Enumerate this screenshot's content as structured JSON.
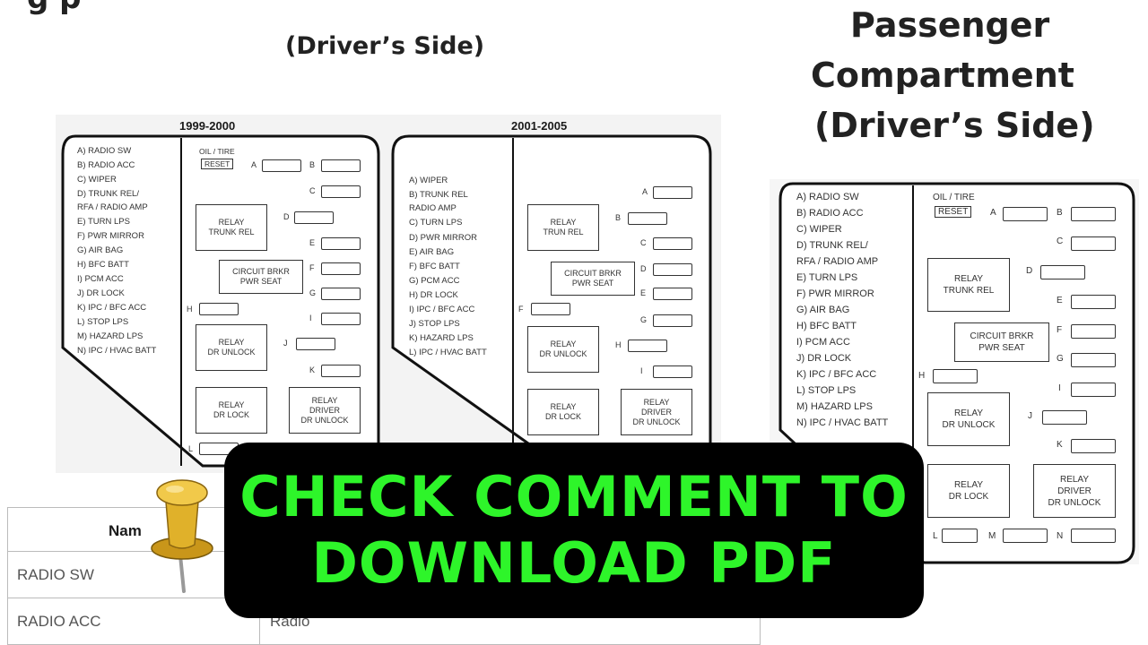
{
  "left_title": "(Driver’s Side)",
  "left_title_partial": "g         p",
  "right_title": [
    "Passenger",
    "Compartment",
    "(Driver’s Side)"
  ],
  "panel_1999": {
    "year": "1999-2000",
    "legend": [
      "A) RADIO SW",
      "B) RADIO ACC",
      "C) WIPER",
      "D) TRUNK REL/",
      "    RFA / RADIO AMP",
      "E) TURN LPS",
      "F) PWR MIRROR",
      "G) AIR BAG",
      "H) BFC BATT",
      "I) PCM ACC",
      "J) DR LOCK",
      "K) IPC / BFC ACC",
      "L) STOP LPS",
      "M) HAZARD LPS",
      "N) IPC / HVAC BATT"
    ],
    "oil_label": "OIL / TIRE",
    "reset": "RESET",
    "fuse_letters": [
      "A",
      "B",
      "C",
      "D",
      "E",
      "F",
      "G",
      "H",
      "I",
      "J",
      "K",
      "L"
    ],
    "relays": [
      "RELAY\nTRUNK REL",
      "CIRCUIT BRKR\nPWR SEAT",
      "RELAY\nDR UNLOCK",
      "RELAY\nDR LOCK",
      "RELAY\nDRIVER\nDR UNLOCK"
    ]
  },
  "panel_2001": {
    "year": "2001-2005",
    "legend": [
      "A) WIPER",
      "B) TRUNK REL",
      "    RADIO AMP",
      "C) TURN LPS",
      "D) PWR MIRROR",
      "E) AIR BAG",
      "F) BFC BATT",
      "G) PCM ACC",
      "H) DR LOCK",
      "I) IPC / BFC ACC",
      "J) STOP LPS",
      "K) HAZARD LPS",
      "L) IPC / HVAC BATT"
    ],
    "fuse_letters": [
      "A",
      "B",
      "C",
      "D",
      "E",
      "F",
      "G",
      "H",
      "I"
    ],
    "relays": [
      "RELAY\nTRUN REL",
      "CIRCUIT BRKR\nPWR SEAT",
      "RELAY\nDR UNLOCK",
      "RELAY\nDR LOCK",
      "RELAY\nDRIVER\nDR UNLOCK"
    ]
  },
  "panel_right": {
    "legend": [
      "A) RADIO SW",
      "B) RADIO ACC",
      "C) WIPER",
      "D) TRUNK REL/",
      "    RFA / RADIO AMP",
      "E) TURN LPS",
      "F) PWR MIRROR",
      "G) AIR BAG",
      "H) BFC BATT",
      "I) PCM ACC",
      "J) DR LOCK",
      "K) IPC / BFC ACC",
      "L) STOP LPS",
      "M) HAZARD LPS",
      "N) IPC / HVAC BATT"
    ],
    "oil_label": "OIL / TIRE",
    "reset": "RESET",
    "fuse_letters": [
      "A",
      "B",
      "C",
      "D",
      "E",
      "F",
      "G",
      "H",
      "I",
      "J",
      "K",
      "L",
      "M",
      "N"
    ],
    "relays": [
      "RELAY\nTRUNK REL",
      "CIRCUIT BRKR\nPWR SEAT",
      "RELAY\nDR UNLOCK",
      "RELAY\nDR LOCK",
      "RELAY\nDRIVER\nDR UNLOCK"
    ]
  },
  "table": {
    "header": "Nam",
    "rows": [
      {
        "name": "RADIO SW",
        "desc": ""
      },
      {
        "name": "RADIO ACC",
        "desc": "Radio"
      }
    ]
  },
  "banner": {
    "line1": "CHECK COMMENT TO",
    "line2": "DOWNLOAD PDF",
    "color": "#2ef52a"
  },
  "pin_icon": "pushpin-icon"
}
